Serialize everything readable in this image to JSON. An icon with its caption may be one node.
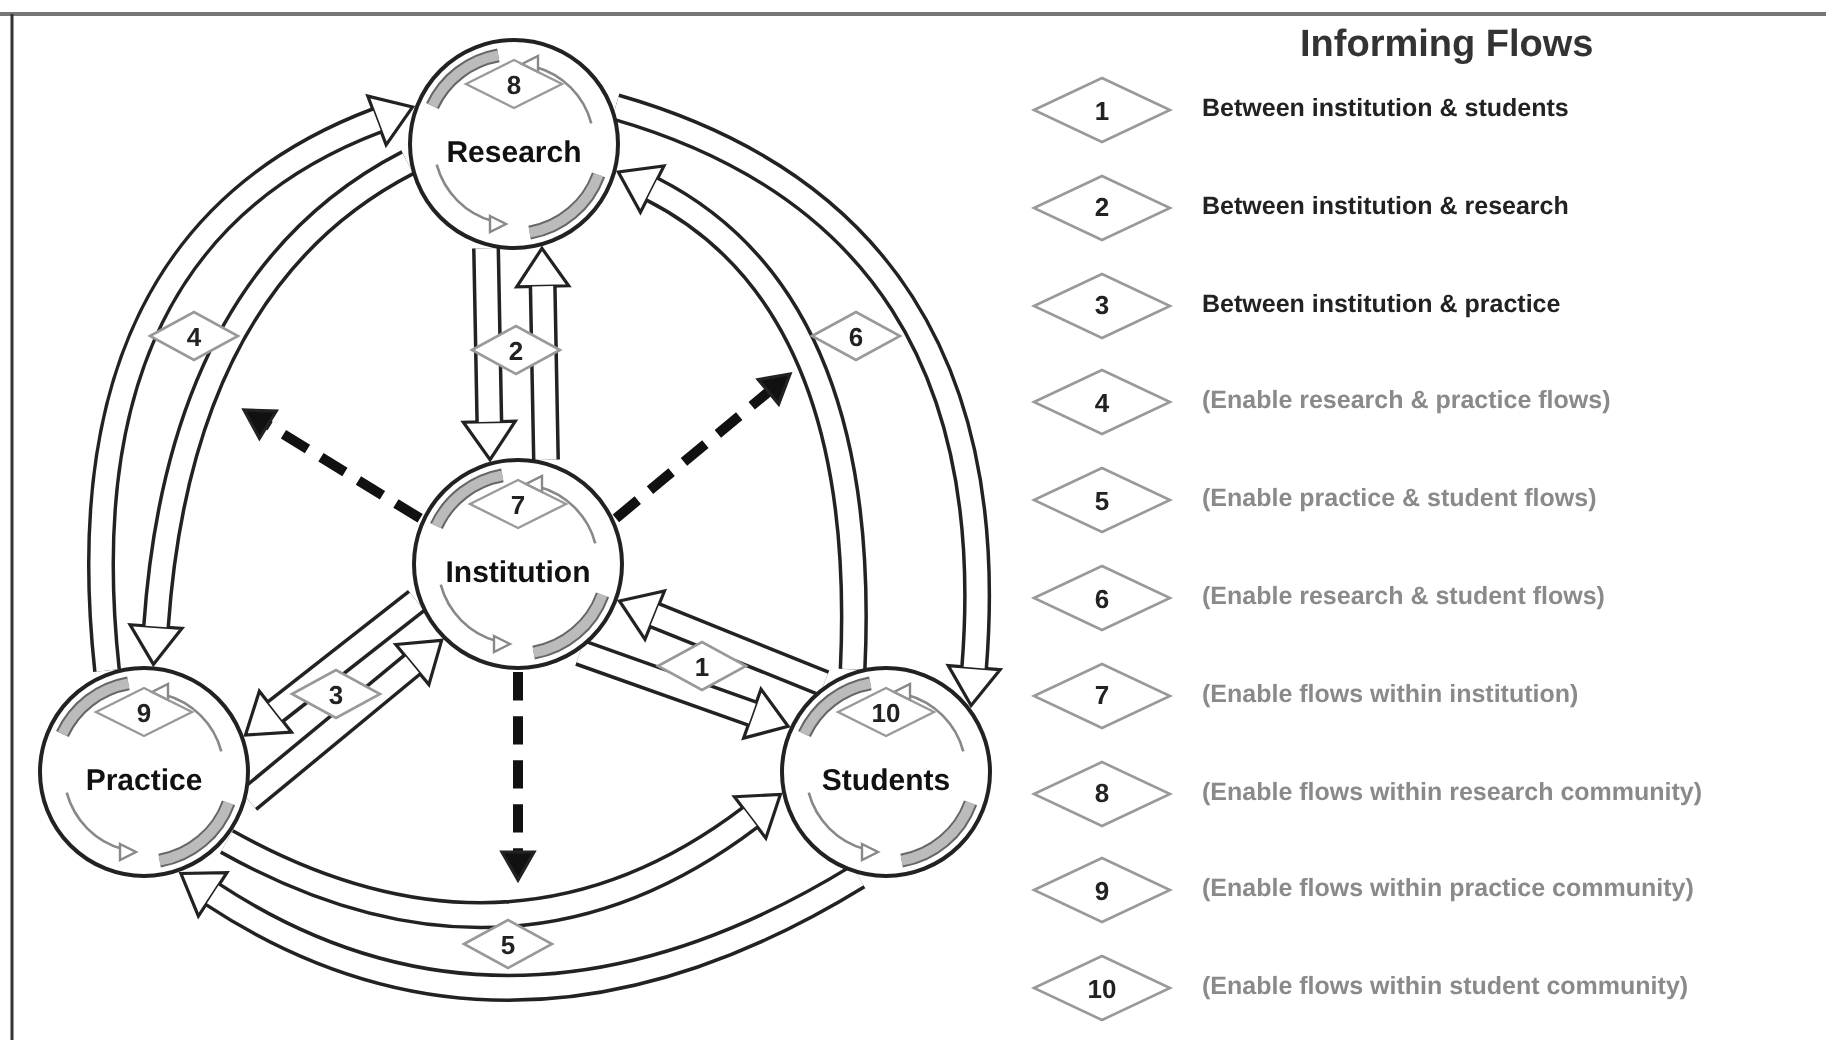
{
  "diagram": {
    "title": "Informing Flows",
    "nodes": [
      {
        "text": [
          "Research"
        ]
      },
      {
        "text": [
          "8"
        ],
        "in": 0
      },
      {
        "text": [
          "Institution"
        ]
      },
      {
        "text": [
          "7"
        ],
        "in": 2
      },
      {
        "text": [
          "Practice"
        ]
      },
      {
        "text": [
          "9"
        ],
        "in": 4
      },
      {
        "text": [
          "Students"
        ]
      },
      {
        "text": [
          "10"
        ],
        "in": 6
      },
      {
        "text": [
          "1"
        ],
        "beside": [
          "Between institution & students"
        ]
      },
      {
        "text": [
          "2"
        ],
        "beside": [
          "Between institution & research"
        ]
      },
      {
        "text": [
          "3"
        ],
        "beside": [
          "Between institution & practice"
        ]
      },
      {
        "text": [
          "4"
        ],
        "beside": [
          "(Enable research & practice flows)"
        ]
      },
      {
        "text": [
          "5"
        ],
        "beside": [
          "(Enable practice & student flows)"
        ]
      },
      {
        "text": [
          "6"
        ],
        "beside": [
          "(Enable research & student flows)"
        ]
      },
      {
        "text": [
          "7"
        ],
        "beside": [
          "(Enable flows within institution)"
        ]
      },
      {
        "text": [
          "8"
        ],
        "beside": [
          "(Enable flows within research community)"
        ]
      },
      {
        "text": [
          "9"
        ],
        "beside": [
          "(Enable flows within practice community)"
        ]
      },
      {
        "text": [
          "10"
        ],
        "beside": [
          "(Enable flows within student community)"
        ]
      }
    ],
    "edges": [
      {
        "from": 2,
        "to": 6,
        "arrow": "to",
        "label": "1"
      },
      {
        "from": 6,
        "to": 2,
        "arrow": "to"
      },
      {
        "from": 0,
        "to": 2,
        "arrow": "to",
        "label": "2"
      },
      {
        "from": 2,
        "to": 0,
        "arrow": "to"
      },
      {
        "from": 2,
        "to": 4,
        "arrow": "to",
        "label": "3"
      },
      {
        "from": 4,
        "to": 2,
        "arrow": "to"
      },
      {
        "from": 4,
        "to": 0,
        "arrow": "to",
        "label": "4"
      },
      {
        "from": 0,
        "to": 4,
        "arrow": "to"
      },
      {
        "from": 0,
        "to": 6,
        "arrow": "to",
        "label": "6"
      },
      {
        "from": 6,
        "to": 0,
        "arrow": "to"
      },
      {
        "from": 4,
        "to": 6,
        "arrow": "to",
        "label": "5"
      },
      {
        "from": 6,
        "to": 4,
        "arrow": "to"
      },
      {
        "from": 2,
        "to": null,
        "arrow": "to",
        "style": "dashed"
      },
      {
        "from": 2,
        "to": null,
        "arrow": "to",
        "style": "dashed"
      },
      {
        "from": 2,
        "to": null,
        "arrow": "to",
        "style": "dashed"
      }
    ]
  }
}
